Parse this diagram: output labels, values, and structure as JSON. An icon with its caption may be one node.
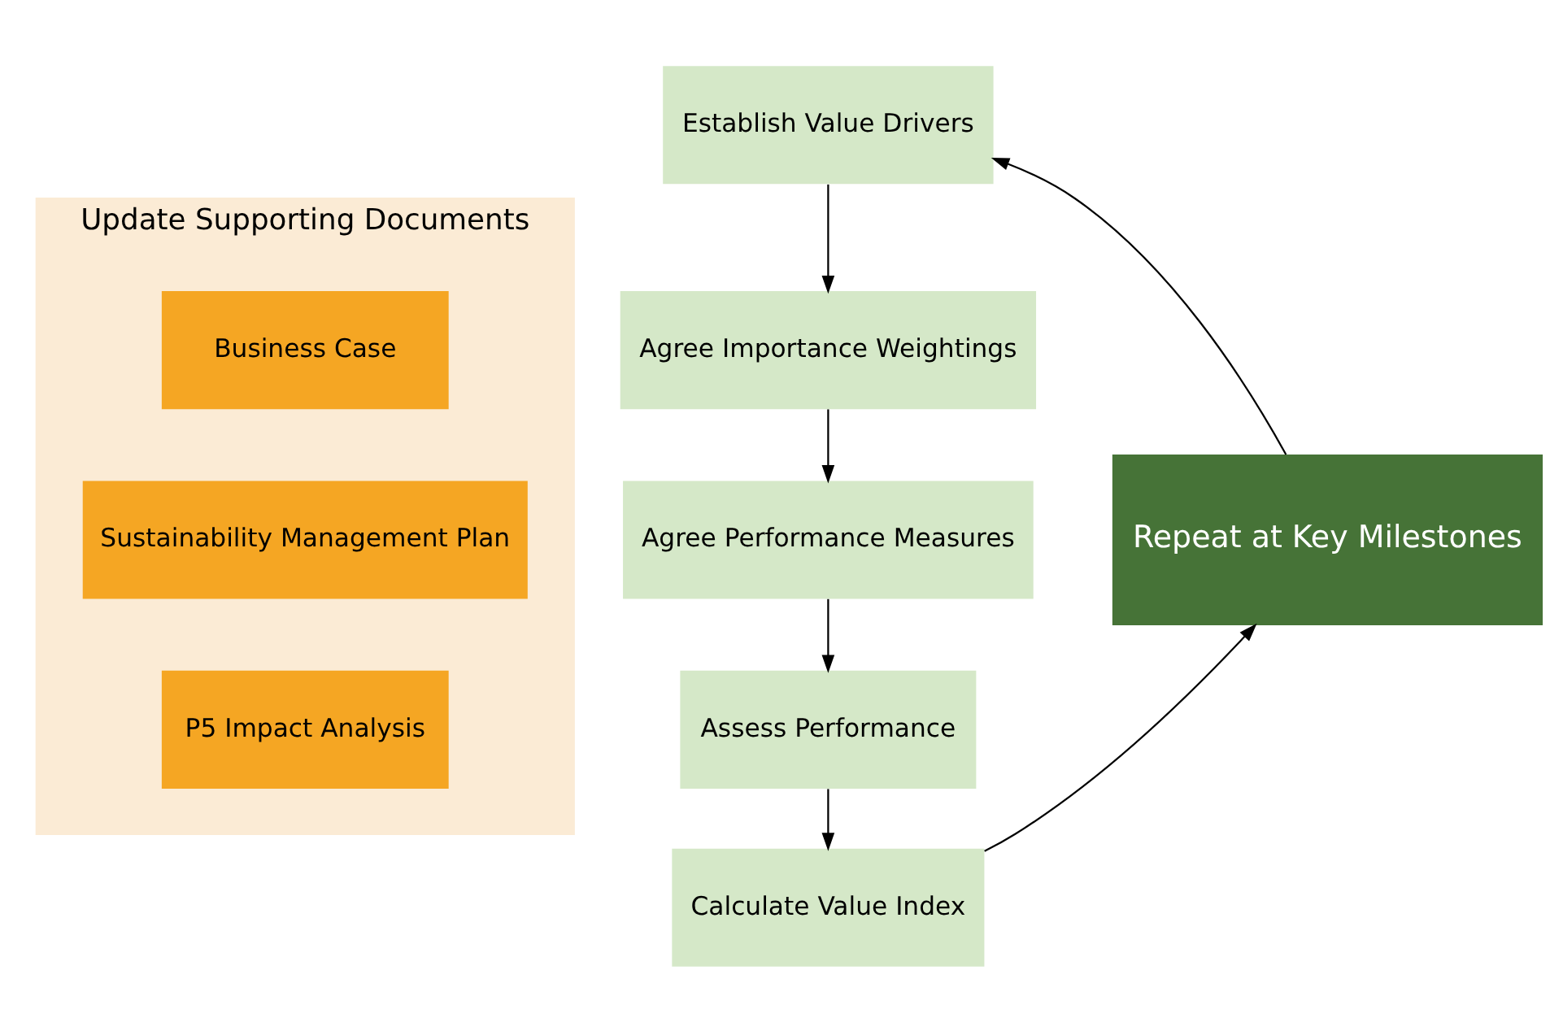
{
  "diagram": {
    "nodes": [
      {
        "text": [
          "Establish Value Drivers"
        ]
      },
      {
        "text": [
          "Agree Importance Weightings"
        ]
      },
      {
        "text": [
          "Agree Performance Measures"
        ]
      },
      {
        "text": [
          "Assess Performance"
        ]
      },
      {
        "text": [
          "Calculate Value Index"
        ]
      },
      {
        "text": [
          "Repeat at Key Milestones"
        ]
      },
      {
        "text": [
          "Update Supporting Documents"
        ]
      },
      {
        "text": [
          "Business Case"
        ],
        "in": 6
      },
      {
        "text": [
          "Sustainability Management Plan"
        ],
        "in": 6
      },
      {
        "text": [
          "P5 Impact Analysis"
        ],
        "in": 6
      }
    ],
    "edges": [
      {
        "from": 0,
        "to": 1,
        "arrow": "to"
      },
      {
        "from": 1,
        "to": 2,
        "arrow": "to"
      },
      {
        "from": 2,
        "to": 3,
        "arrow": "to"
      },
      {
        "from": 3,
        "to": 4,
        "arrow": "to"
      },
      {
        "from": 4,
        "to": 5,
        "arrow": "to"
      },
      {
        "from": 5,
        "to": 0,
        "arrow": "to"
      }
    ]
  }
}
